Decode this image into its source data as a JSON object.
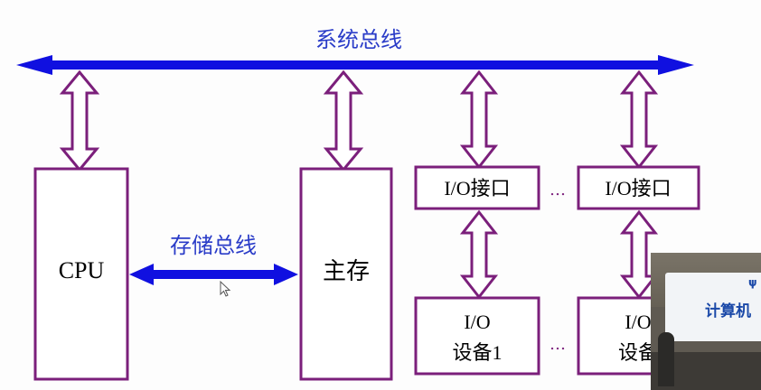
{
  "system_bus": {
    "label": "系统总线"
  },
  "memory_bus": {
    "label": "存储总线"
  },
  "cpu": {
    "label": "CPU"
  },
  "main_memory": {
    "label": "主存"
  },
  "io_interfaces": [
    {
      "label": "I/O接口"
    },
    {
      "label": "I/O接口"
    }
  ],
  "io_devices": [
    {
      "line1": "I/O",
      "line2": "设备1"
    },
    {
      "line1": "I/O",
      "line2": "设备"
    }
  ],
  "ellipsis": "…",
  "video_inset": {
    "banner_text": "计算机",
    "banner_text_small": "ψ"
  },
  "colors": {
    "bus": "#1010e0",
    "bus_label": "#2a3cc8",
    "box_border": "#7b1f7b",
    "connector": "#7b1f7b"
  }
}
